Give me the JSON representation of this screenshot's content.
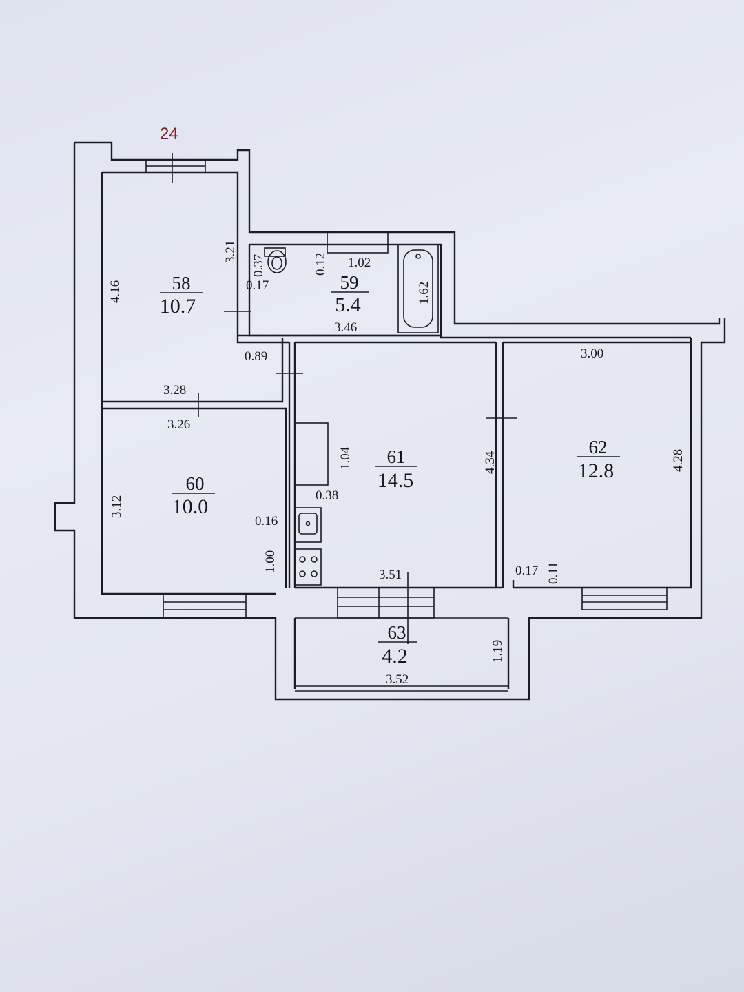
{
  "plan": {
    "plan_number": "24",
    "rooms": [
      {
        "id": "58",
        "area": "10.7"
      },
      {
        "id": "59",
        "area": "5.4"
      },
      {
        "id": "60",
        "area": "10.0"
      },
      {
        "id": "61",
        "area": "14.5"
      },
      {
        "id": "62",
        "area": "12.8"
      },
      {
        "id": "63",
        "area": "4.2"
      }
    ],
    "dimensions": [
      "4.16",
      "3.21",
      "0.37",
      "0.17",
      "0.12",
      "1.02",
      "1.62",
      "3.46",
      "0.89",
      "3.00",
      "3.28",
      "3.26",
      "1.04",
      "4.34",
      "4.28",
      "3.12",
      "0.38",
      "0.16",
      "1.00",
      "3.51",
      "0.17",
      "0.11",
      "1.19",
      "3.52"
    ],
    "colors": {
      "line": "#1c1d22",
      "plan_number": "#7a2424",
      "paper": "#e4e7f0"
    }
  }
}
